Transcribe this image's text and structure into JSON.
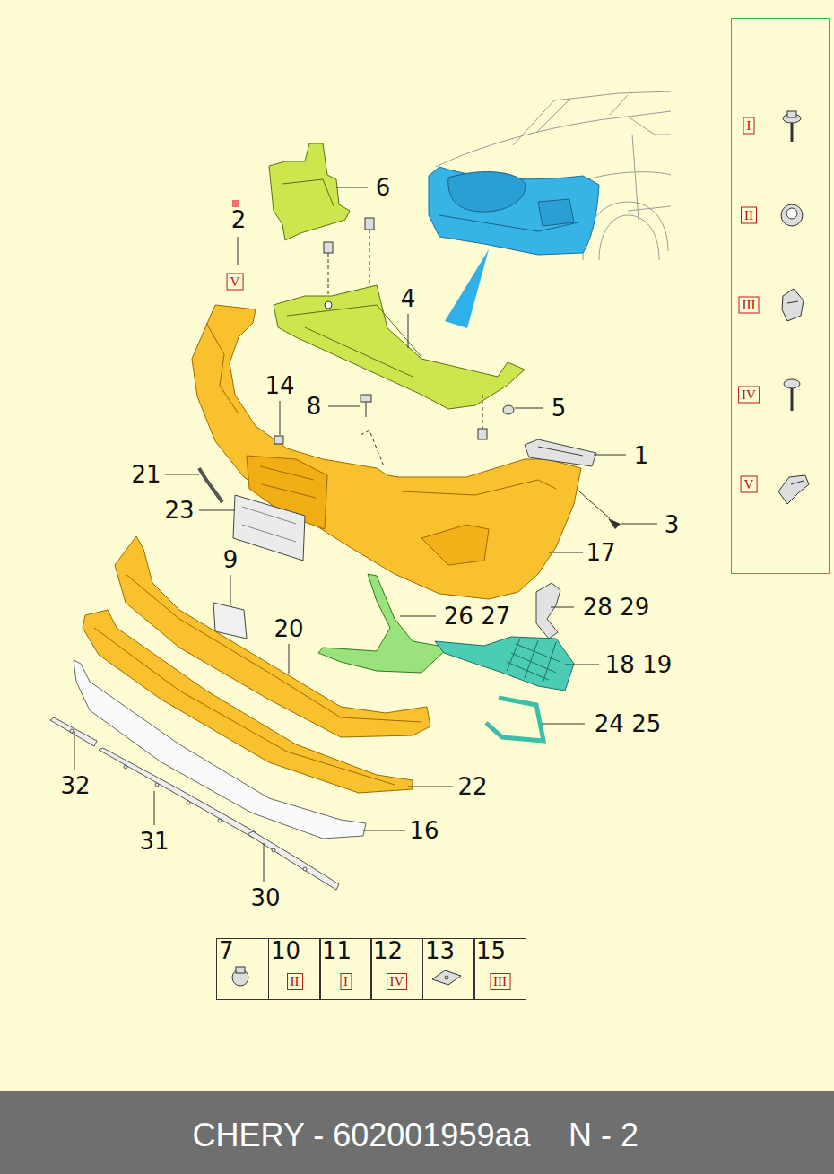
{
  "diagram": {
    "nodes": [
      {
        "text": [
          "V"
        ]
      },
      {
        "text": [
          "7"
        ]
      },
      {
        "text": [
          "10"
        ]
      },
      {
        "text": [
          "II"
        ],
        "in": 2
      },
      {
        "text": [
          "11"
        ]
      },
      {
        "text": [
          "I"
        ],
        "in": 4
      },
      {
        "text": [
          "12"
        ]
      },
      {
        "text": [
          "IV"
        ],
        "in": 6
      },
      {
        "text": [
          "13"
        ]
      },
      {
        "text": [
          "15"
        ]
      },
      {
        "text": [
          "III"
        ],
        "in": 9
      },
      {
        "text": [
          "CHERY - 602001959aa",
          "N - 2"
        ]
      }
    ],
    "labels": [
      "6",
      "2",
      "4",
      "14",
      "8",
      "5",
      "1",
      "21",
      "3",
      "23",
      "17",
      "9",
      "20",
      "26 27",
      "28 29",
      "18 19",
      "24 25",
      "32",
      "22",
      "16",
      "31",
      "30"
    ],
    "legend": [
      {
        "text": "I"
      },
      {
        "text": "II"
      },
      {
        "text": "III"
      },
      {
        "text": "IV"
      },
      {
        "text": "V"
      }
    ]
  }
}
